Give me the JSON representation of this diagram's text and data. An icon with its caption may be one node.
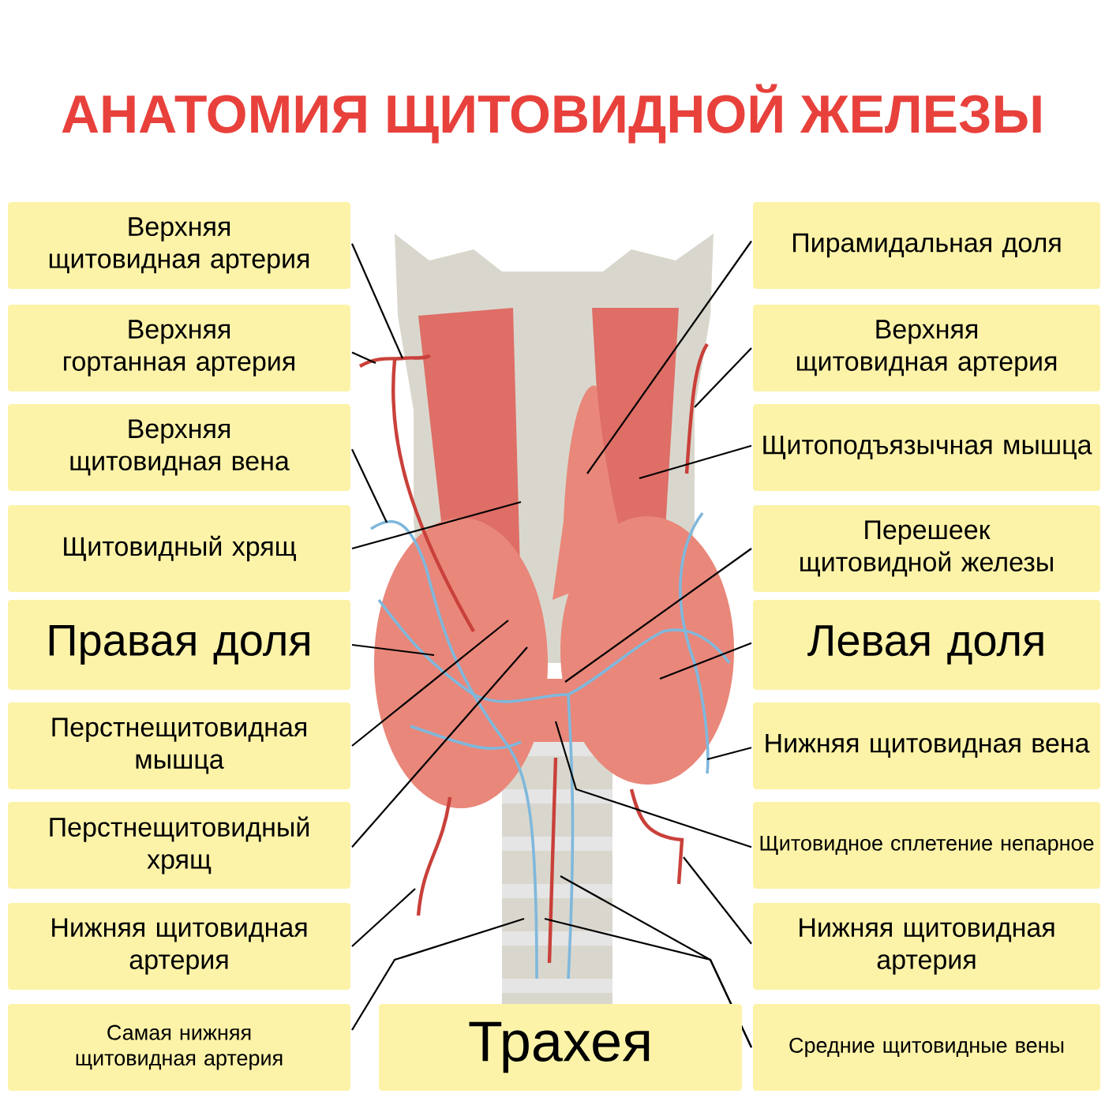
{
  "diagram": {
    "title": "АНАТОМИЯ ЩИТОВИДНОЙ ЖЕЛЕЗЫ",
    "nodes": [
      {
        "text": [
          "Верхняя щитовидная артерия"
        ]
      },
      {
        "text": [
          "Верхняя гортанная артерия"
        ]
      },
      {
        "text": [
          "Верхняя щитовидная вена"
        ]
      },
      {
        "text": [
          "Щитовидный хрящ"
        ]
      },
      {
        "text": [
          "Правая доля"
        ]
      },
      {
        "text": [
          "Перстнещитовидная мышца"
        ]
      },
      {
        "text": [
          "Перстнещитовидный хрящ"
        ]
      },
      {
        "text": [
          "Нижняя щитовидная артерия"
        ]
      },
      {
        "text": [
          "Самая нижняя щитовидная артерия"
        ]
      },
      {
        "text": [
          "Пирамидальная доля"
        ]
      },
      {
        "text": [
          "Верхняя щитовидная артерия"
        ]
      },
      {
        "text": [
          "Щитоподъязычная мышца"
        ]
      },
      {
        "text": [
          "Перешеек щитовидной железы"
        ]
      },
      {
        "text": [
          "Левая доля"
        ]
      },
      {
        "text": [
          "Нижняя щитовидная вена"
        ]
      },
      {
        "text": [
          "Щитовидное сплетение непарное"
        ]
      },
      {
        "text": [
          "Нижняя щитовидная артерия"
        ]
      },
      {
        "text": [
          "Средние щитовидные вены"
        ]
      },
      {
        "text": [
          "Трахея"
        ]
      }
    ],
    "edges": [
      {
        "from": 0,
        "to": null,
        "arrow": "none"
      },
      {
        "from": 1,
        "to": null,
        "arrow": "none"
      },
      {
        "from": 2,
        "to": null,
        "arrow": "none"
      },
      {
        "from": 3,
        "to": null,
        "arrow": "none"
      },
      {
        "from": 4,
        "to": null,
        "arrow": "none"
      },
      {
        "from": 5,
        "to": null,
        "arrow": "none"
      },
      {
        "from": 6,
        "to": null,
        "arrow": "none"
      },
      {
        "from": 7,
        "to": null,
        "arrow": "none"
      },
      {
        "from": 8,
        "to": null,
        "arrow": "none"
      },
      {
        "from": 9,
        "to": null,
        "arrow": "none"
      },
      {
        "from": 10,
        "to": null,
        "arrow": "none"
      },
      {
        "from": 11,
        "to": null,
        "arrow": "none"
      },
      {
        "from": 12,
        "to": null,
        "arrow": "none"
      },
      {
        "from": 13,
        "to": null,
        "arrow": "none"
      },
      {
        "from": 14,
        "to": null,
        "arrow": "none"
      },
      {
        "from": 15,
        "to": null,
        "arrow": "none"
      },
      {
        "from": 16,
        "to": null,
        "arrow": "none"
      },
      {
        "from": 17,
        "to": null,
        "arrow": "none"
      },
      {
        "from": 17,
        "to": null,
        "arrow": "none"
      }
    ]
  }
}
